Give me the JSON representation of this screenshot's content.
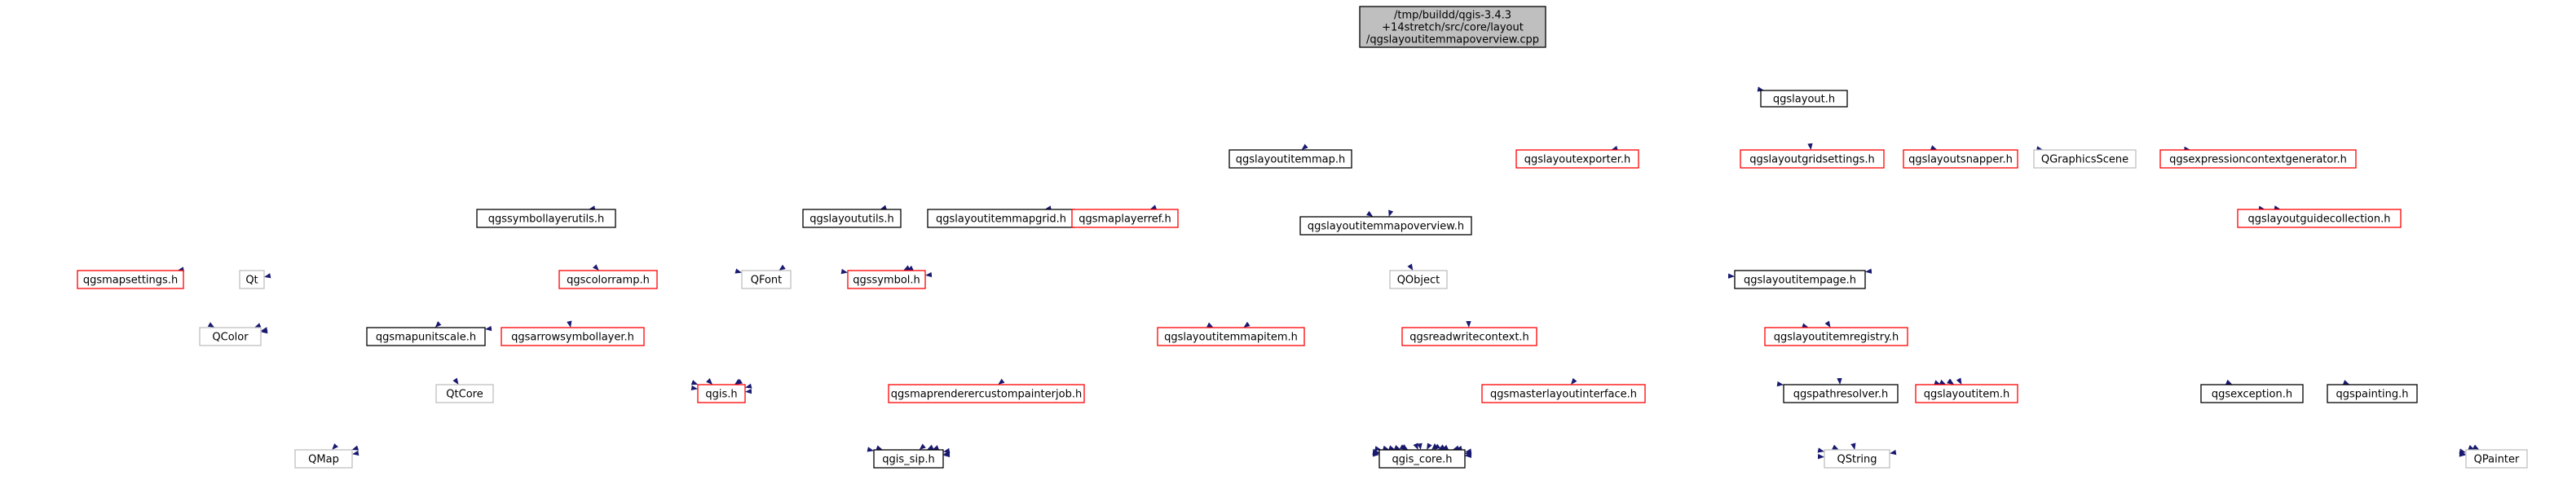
{
  "root": {
    "lines": [
      "/tmp/buildd/qgis-3.4.3",
      "+14stretch/src/core/layout",
      "/qgslayoutitemmapoverview.cpp"
    ]
  },
  "nodes": [
    {
      "id": "qgslayout_h",
      "label": "qgslayout.h",
      "style": "black"
    },
    {
      "id": "qgslayoutexporter_h",
      "label": "qgslayoutexporter.h",
      "style": "red"
    },
    {
      "id": "qgslayoutgridsettings_h",
      "label": "qgslayoutgridsettings.h",
      "style": "red"
    },
    {
      "id": "qgslayoutsnapper_h",
      "label": "qgslayoutsnapper.h",
      "style": "red"
    },
    {
      "id": "QGraphicsScene",
      "label": "QGraphicsScene",
      "style": "gray"
    },
    {
      "id": "qgsexpressioncontextgenerator_h",
      "label": "qgsexpressioncontextgenerator.h",
      "style": "red"
    },
    {
      "id": "qgslayoutitemmap_h",
      "label": "qgslayoutitemmap.h",
      "style": "black"
    },
    {
      "id": "qgslayoututils_h",
      "label": "qgslayoututils.h",
      "style": "black"
    },
    {
      "id": "qgslayoutitemmapgrid_h",
      "label": "qgslayoutitemmapgrid.h",
      "style": "black"
    },
    {
      "id": "qgsmaplayerref_h",
      "label": "qgsmaplayerref.h",
      "style": "red"
    },
    {
      "id": "qgslayoutitemmapoverview_h",
      "label": "qgslayoutitemmapoverview.h",
      "style": "black"
    },
    {
      "id": "qgslayoutguidecollection_h",
      "label": "qgslayoutguidecollection.h",
      "style": "red"
    },
    {
      "id": "qgssymbollayerutils_h",
      "label": "qgssymbollayerutils.h",
      "style": "black"
    },
    {
      "id": "qgsmapsettings_h",
      "label": "qgsmapsettings.h",
      "style": "red"
    },
    {
      "id": "Qt",
      "label": "Qt",
      "style": "gray"
    },
    {
      "id": "qgscolorramp_h",
      "label": "qgscolorramp.h",
      "style": "red"
    },
    {
      "id": "QFont",
      "label": "QFont",
      "style": "gray"
    },
    {
      "id": "qgssymbol_h",
      "label": "qgssymbol.h",
      "style": "red"
    },
    {
      "id": "QObject",
      "label": "QObject",
      "style": "gray"
    },
    {
      "id": "qgslayoutitempage_h",
      "label": "qgslayoutitempage.h",
      "style": "black"
    },
    {
      "id": "QColor",
      "label": "QColor",
      "style": "gray"
    },
    {
      "id": "qgsmapunitscale_h",
      "label": "qgsmapunitscale.h",
      "style": "black"
    },
    {
      "id": "qgsarrowsymbollayer_h",
      "label": "qgsarrowsymbollayer.h",
      "style": "red"
    },
    {
      "id": "qgslayoutitemmapitem_h",
      "label": "qgslayoutitemmapitem.h",
      "style": "red"
    },
    {
      "id": "qgsreadwritecontext_h",
      "label": "qgsreadwritecontext.h",
      "style": "red"
    },
    {
      "id": "qgslayoutitemregistry_h",
      "label": "qgslayoutitemregistry.h",
      "style": "red"
    },
    {
      "id": "QtCore",
      "label": "QtCore",
      "style": "gray"
    },
    {
      "id": "qgis_h",
      "label": "qgis.h",
      "style": "red"
    },
    {
      "id": "qgsmaprenderercustompainterjob_h",
      "label": "qgsmaprenderercustompainterjob.h",
      "style": "red"
    },
    {
      "id": "qgsmasterlayoutinterface_h",
      "label": "qgsmasterlayoutinterface.h",
      "style": "red"
    },
    {
      "id": "qgspathresolver_h",
      "label": "qgspathresolver.h",
      "style": "black"
    },
    {
      "id": "qgslayoutitem_h",
      "label": "qgslayoutitem.h",
      "style": "red"
    },
    {
      "id": "qgsexception_h",
      "label": "qgsexception.h",
      "style": "black"
    },
    {
      "id": "qgspainting_h",
      "label": "qgspainting.h",
      "style": "black"
    },
    {
      "id": "QMap",
      "label": "QMap",
      "style": "gray"
    },
    {
      "id": "qgis_sip_h",
      "label": "qgis_sip.h",
      "style": "black"
    },
    {
      "id": "qgis_core_h",
      "label": "qgis_core.h",
      "style": "black"
    },
    {
      "id": "QString",
      "label": "QString",
      "style": "gray"
    },
    {
      "id": "QPainter",
      "label": "QPainter",
      "style": "gray"
    }
  ],
  "colors": {
    "edge": "#191970",
    "root_fill": "#bfbfbf",
    "red_border": "#ff0000",
    "gray_border": "#bfbfbf"
  }
}
